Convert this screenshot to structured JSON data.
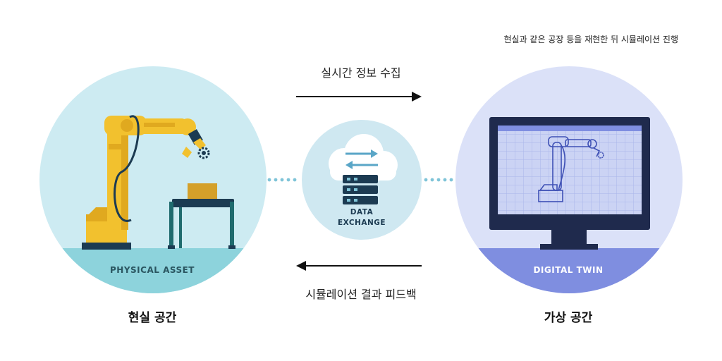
{
  "top_note": "현실과 같은 공장 등을 재현한 뒤 시뮬레이션 진행",
  "flows": {
    "to_digital_label": "실시간 정보 수집",
    "to_physical_label": "시뮬레이션 결과 피드백"
  },
  "physical": {
    "band_label": "PHYSICAL ASSET",
    "caption": "현실 공간"
  },
  "digital": {
    "band_label": "DIGITAL TWIN",
    "caption": "가상 공간"
  },
  "exchange": {
    "line1": "DATA",
    "line2": "EXCHANGE"
  },
  "colors": {
    "physical_bg": "#cdebf2",
    "physical_band": "#8dd3dc",
    "digital_bg": "#dbe1f8",
    "digital_band": "#7f8ee0",
    "robot_yellow": "#f2c12e",
    "monitor_dark": "#1f2a4d",
    "server_dark": "#1c3b52",
    "arrow_blue": "#5aa6c7"
  },
  "icons": [
    "robot-arm-icon",
    "workbench-icon",
    "cloud-server-icon",
    "monitor-icon",
    "gear-icon"
  ]
}
